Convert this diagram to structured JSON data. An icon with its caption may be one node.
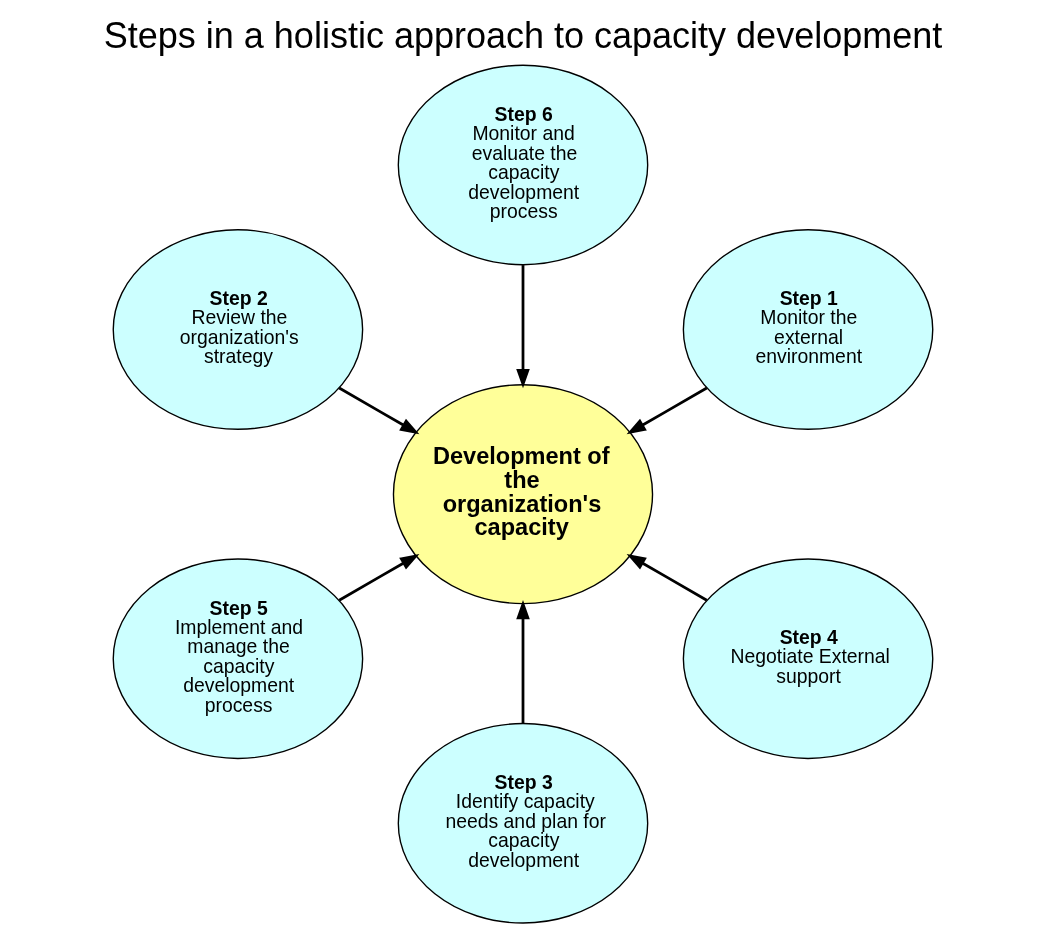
{
  "diagram": {
    "title": "Steps in a holistic approach to capacity development",
    "nodes": [
      {
        "text": [
          "Development of the organization's capacity"
        ]
      },
      {
        "text": [
          "Step 1",
          "Monitor the external environment"
        ]
      },
      {
        "text": [
          "Step 6",
          "Monitor and evaluate the capacity development process"
        ]
      },
      {
        "text": [
          "Step 2",
          "Review the organization's strategy"
        ]
      },
      {
        "text": [
          "Step 5",
          "Implement and manage the capacity development process"
        ]
      },
      {
        "text": [
          "Step 3",
          "Identify capacity needs and plan for capacity development"
        ]
      },
      {
        "text": [
          "Step 4",
          "Negotiate External support"
        ]
      }
    ],
    "edges": [
      {
        "from": 1,
        "to": 0,
        "arrow": "to"
      },
      {
        "from": 3,
        "to": 0,
        "arrow": "to"
      },
      {
        "from": 5,
        "to": 0,
        "arrow": "to"
      },
      {
        "from": 6,
        "to": 0,
        "arrow": "to"
      },
      {
        "from": 4,
        "to": 0,
        "arrow": "to"
      },
      {
        "from": 2,
        "to": 0,
        "arrow": "to"
      }
    ]
  }
}
